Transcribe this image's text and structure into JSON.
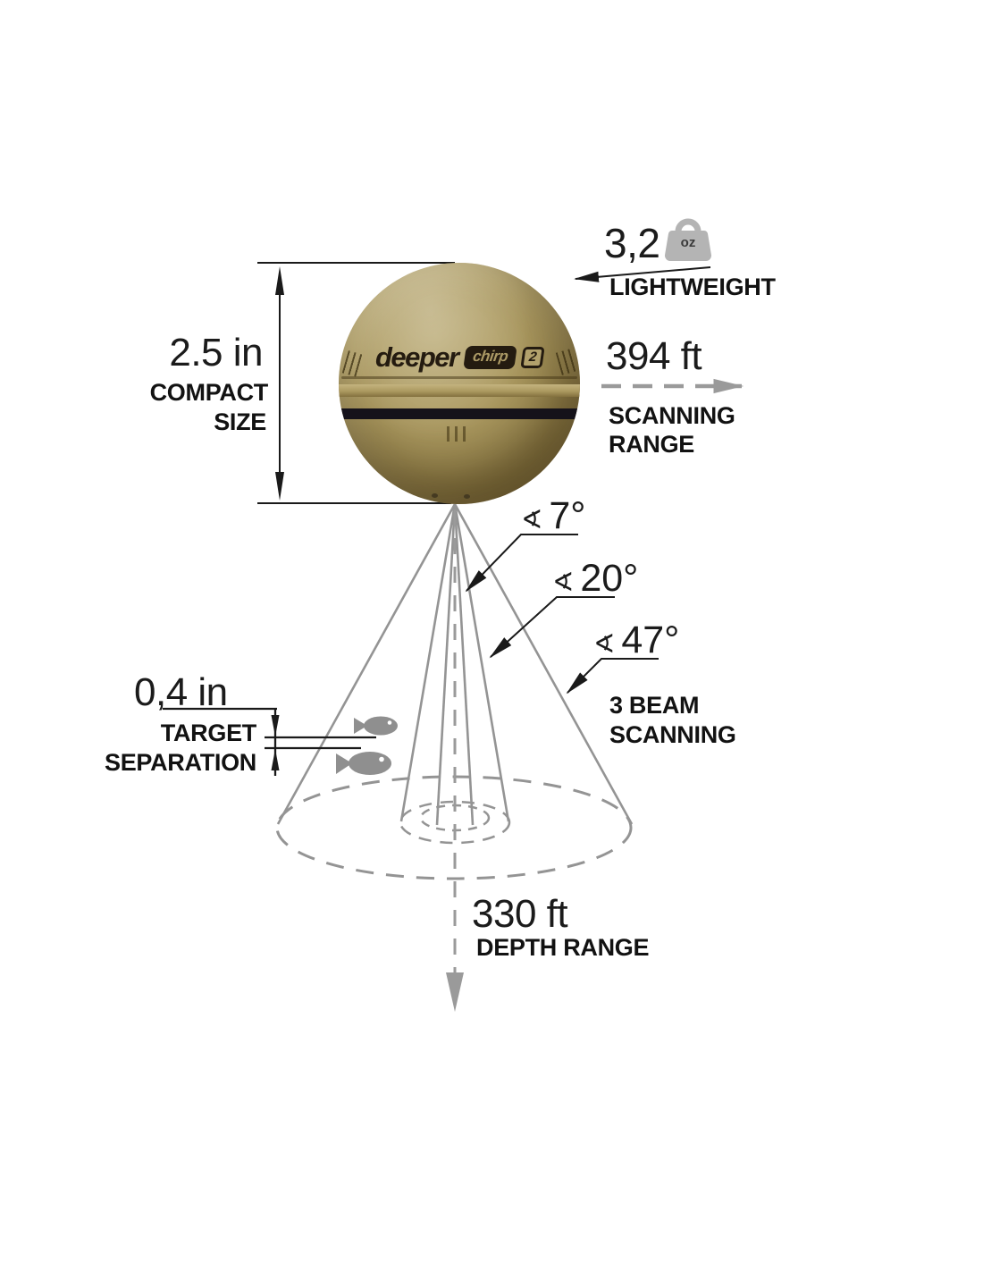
{
  "device": {
    "brand": "deeper",
    "model_badge": "chirp",
    "version_badge": "2"
  },
  "specs": {
    "compact_size": {
      "value": "2.5 in",
      "label_lines": [
        "COMPACT",
        "SIZE"
      ]
    },
    "weight": {
      "value": "3,2",
      "unit": "oz",
      "label": "LIGHTWEIGHT"
    },
    "scanning_range": {
      "value": "394 ft",
      "label_lines": [
        "SCANNING",
        "RANGE"
      ]
    },
    "beam_scanning": {
      "angle_symbol": "∢",
      "angles": [
        "7°",
        "20°",
        "47°"
      ],
      "label_lines": [
        "3 BEAM",
        "SCANNING"
      ]
    },
    "target_separation": {
      "value": "0,4 in",
      "label_lines": [
        "TARGET",
        "SEPARATION"
      ]
    },
    "depth_range": {
      "value": "330 ft",
      "label": "DEPTH RANGE"
    }
  },
  "colors": {
    "background": "#ffffff",
    "text": "#1a1a1a",
    "diagram_gray": "#969696",
    "sphere_tan": "#a99760",
    "band_navy": "#15121a",
    "logo_dark": "#241b10",
    "weight_icon_gray": "#b4b4b4",
    "fish_gray": "#8f8f8f"
  }
}
